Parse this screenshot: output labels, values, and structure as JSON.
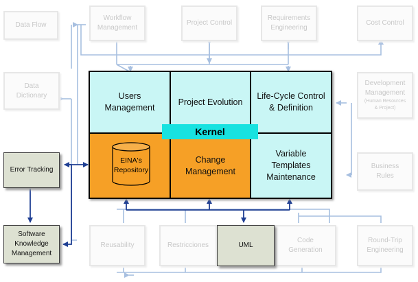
{
  "outer_modules": {
    "data_flow": "Data Flow",
    "workflow": [
      "Workflow",
      "Management"
    ],
    "project_control": "Project Control",
    "requirements": [
      "Requirements",
      "Engineering"
    ],
    "cost_control": "Cost Control",
    "data_dictionary": [
      "Data",
      "Dictionary"
    ],
    "development": [
      "Development",
      "Management",
      "(Human Resources",
      "& Project)"
    ],
    "business_rules": [
      "Business",
      "Rules"
    ],
    "error_tracking": "Error Tracking",
    "skm": [
      "Software",
      "Knowledge",
      "Management"
    ],
    "reusability": "Reusability",
    "restricciones": "Restricciones",
    "uml": "UML",
    "code_generation": [
      "Code",
      "Generation"
    ],
    "round_trip": [
      "Round-Trip",
      "Engineering"
    ]
  },
  "core": {
    "users_management": [
      "Users",
      "Management"
    ],
    "project_evolution": "Project Evolution",
    "lifecycle": [
      "Life-Cycle Control",
      "& Definition"
    ],
    "kernel": "Kernel",
    "repository": [
      "EINA's",
      "Repository"
    ],
    "change_management": [
      "Change",
      "Management"
    ],
    "variable_templates": [
      "Variable",
      "Templates",
      "Maintenance"
    ]
  },
  "colors": {
    "core_cyan": "#c9f6f5",
    "core_orange": "#f6a026",
    "kernel_bar": "#18e2e0",
    "active_module": "#dde1d2",
    "faded_connector": "#a7bfe0",
    "active_connector": "#1f3f93"
  }
}
